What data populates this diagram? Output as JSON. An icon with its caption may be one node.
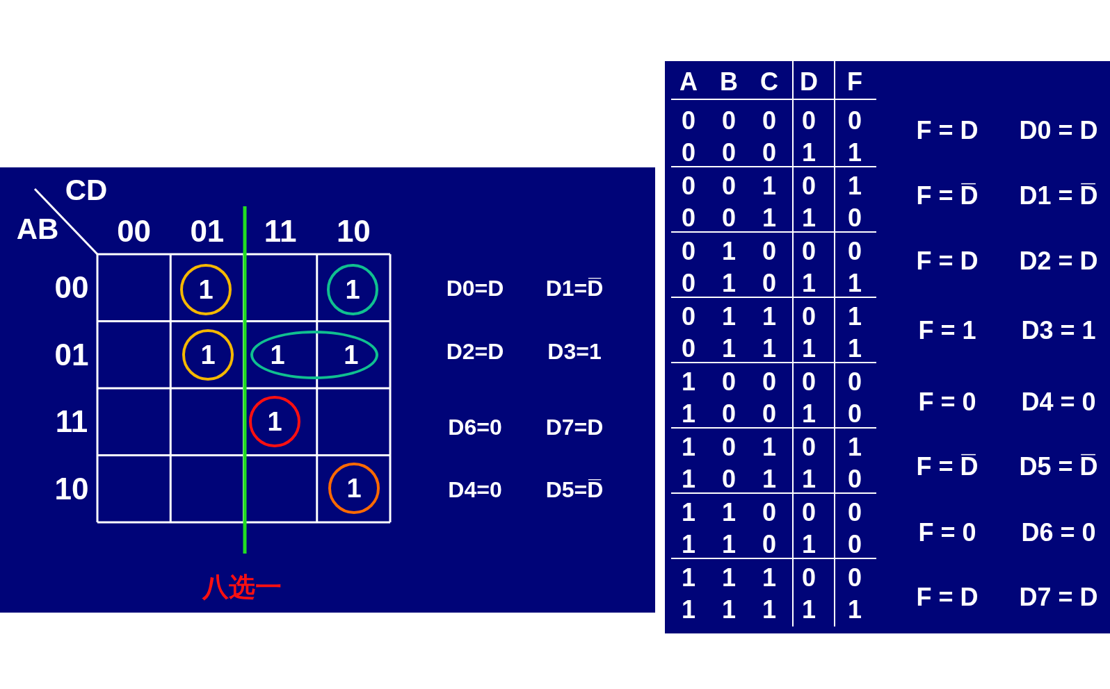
{
  "diagram": {
    "nodes": [
      {
        "text": [
          "1"
        ]
      },
      {
        "text": [
          "1"
        ]
      },
      {
        "text": [
          "1"
        ]
      },
      {
        "text": [
          "1",
          "1"
        ]
      },
      {
        "text": [
          "1"
        ]
      },
      {
        "text": [
          "1"
        ]
      }
    ],
    "labels": [
      "CD",
      "AB",
      "00",
      "01",
      "11",
      "10",
      "00",
      "01",
      "11",
      "10",
      "D0=D",
      "D1=D̅",
      "D2=D",
      "D3=1",
      "D6=0",
      "D7=D",
      "D4=0",
      "D5=D̅",
      "八选一",
      "A",
      "B",
      "C",
      "D",
      "F",
      "0",
      "0",
      "0",
      "0",
      "0",
      "0",
      "0",
      "0",
      "1",
      "1",
      "0",
      "0",
      "1",
      "0",
      "1",
      "0",
      "0",
      "1",
      "1",
      "0",
      "0",
      "1",
      "0",
      "0",
      "0",
      "0",
      "1",
      "0",
      "1",
      "1",
      "0",
      "1",
      "1",
      "0",
      "1",
      "0",
      "1",
      "1",
      "1",
      "1",
      "1",
      "0",
      "0",
      "0",
      "0",
      "1",
      "0",
      "0",
      "1",
      "0",
      "1",
      "0",
      "1",
      "0",
      "1",
      "1",
      "0",
      "1",
      "1",
      "0",
      "1",
      "1",
      "0",
      "0",
      "0",
      "1",
      "1",
      "0",
      "1",
      "0",
      "1",
      "1",
      "1",
      "0",
      "0",
      "1",
      "1",
      "1",
      "1",
      "1",
      "F = D",
      "D0 = D",
      "F = D̅",
      "D1 = D̅",
      "F = D",
      "D2 = D",
      "F = 1",
      "D3 = 1",
      "F = 0",
      "D4 = 0",
      "F = D̅",
      "D5 = D̅",
      "F = 0",
      "D6 = 0",
      "F = D",
      "D7 = D"
    ]
  }
}
